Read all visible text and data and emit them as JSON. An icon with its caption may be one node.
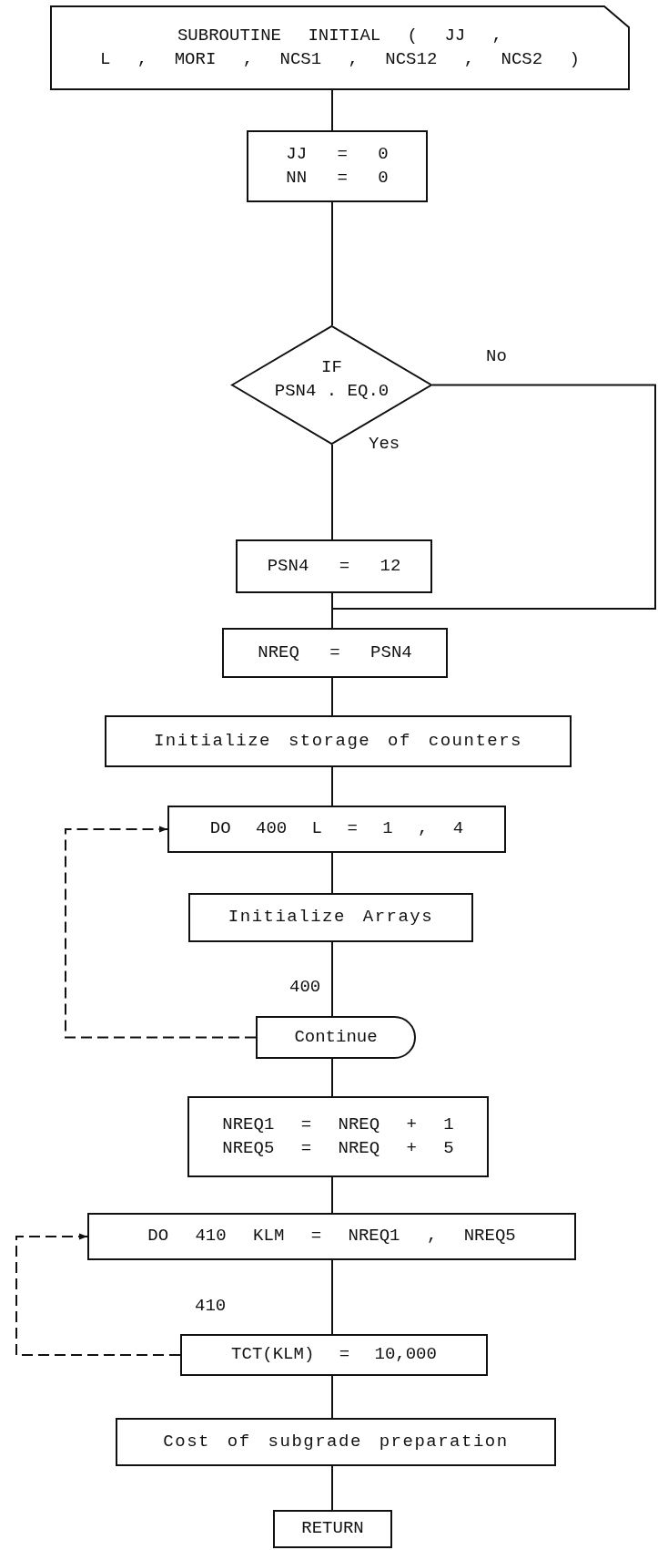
{
  "diagram": {
    "nodes": [
      {
        "text": [
          "SUBROUTINE INITIAL ( JJ , L , MORI , NCS1 , NCS12 , NCS2 )"
        ]
      },
      {
        "text": [
          "JJ = 0 NN = 0"
        ]
      },
      {
        "text": [
          "IF PSN4 . EQ.0"
        ]
      },
      {
        "text": [
          "PSN4 = 12"
        ]
      },
      {
        "text": [
          "NREQ = PSN4"
        ]
      },
      {
        "text": [
          "Initialize storage of counters"
        ]
      },
      {
        "text": [
          "DO 400 L = 1 , 4"
        ]
      },
      {
        "text": [
          "Initialize Arrays"
        ]
      },
      {
        "text": [
          "Continue"
        ],
        "beside": [
          "400"
        ]
      },
      {
        "text": [
          "NREQ1 = NREQ + 1 NREQ5 = NREQ + 5"
        ]
      },
      {
        "text": [
          "DO 410 KLM = NREQ1 , NREQ5"
        ]
      },
      {
        "text": [
          "TCT(KLM) = 10,000"
        ],
        "beside": [
          "410"
        ]
      },
      {
        "text": [
          "Cost of subgrade preparation"
        ]
      },
      {
        "text": [
          "RETURN"
        ]
      }
    ],
    "edges": [
      {
        "from": 0,
        "to": 1,
        "arrow": "none"
      },
      {
        "from": 1,
        "to": 2,
        "arrow": "none"
      },
      {
        "from": 2,
        "to": 3,
        "arrow": "none",
        "label": "Yes"
      },
      {
        "from": 2,
        "to": 4,
        "arrow": "none",
        "label": "No"
      },
      {
        "from": 3,
        "to": 4,
        "arrow": "none"
      },
      {
        "from": 4,
        "to": 5,
        "arrow": "none"
      },
      {
        "from": 5,
        "to": 6,
        "arrow": "none"
      },
      {
        "from": 6,
        "to": 7,
        "arrow": "none"
      },
      {
        "from": 7,
        "to": 8,
        "arrow": "none"
      },
      {
        "from": 8,
        "to": 6,
        "arrow": "to",
        "style": "dashed"
      },
      {
        "from": 8,
        "to": 9,
        "arrow": "none"
      },
      {
        "from": 9,
        "to": 10,
        "arrow": "none"
      },
      {
        "from": 10,
        "to": 11,
        "arrow": "none"
      },
      {
        "from": 11,
        "to": 10,
        "arrow": "to",
        "style": "dashed"
      },
      {
        "from": 11,
        "to": 12,
        "arrow": "none"
      },
      {
        "from": 12,
        "to": 13,
        "arrow": "none"
      }
    ]
  }
}
